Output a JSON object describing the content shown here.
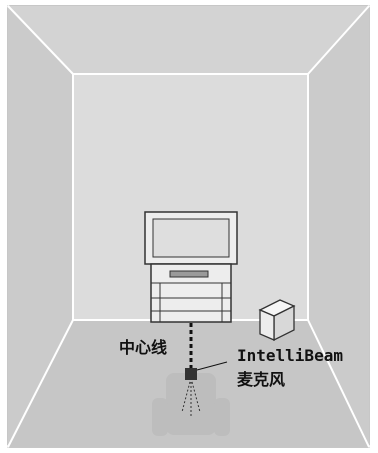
{
  "labels": {
    "center_line": "中心线",
    "microphone_line1": "IntelliBeam",
    "microphone_line2": "麦克风"
  },
  "icons": {
    "tv": "tv-icon",
    "tv_rack": "tv-rack-icon",
    "subwoofer": "subwoofer-icon",
    "chair": "chair-icon",
    "microphone": "microphone-icon"
  },
  "colors": {
    "room_outer": "#b5b5b5",
    "room_back": "#dcdcdc",
    "room_side": "#cbcbcb",
    "room_ceiling": "#d3d3d3",
    "room_floor": "#c6c6c6",
    "object_fill": "#ededed",
    "object_stroke": "#333333",
    "chair_fill": "#bdbdbd"
  }
}
